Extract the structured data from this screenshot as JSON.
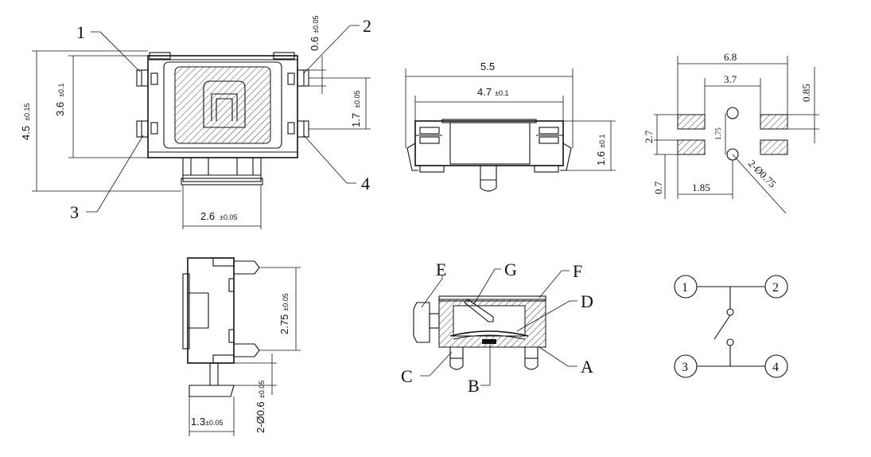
{
  "callouts": {
    "p1": "1",
    "p2": "2",
    "p3": "3",
    "p4": "4"
  },
  "top_view": {
    "height_total": "4.5",
    "height_total_tol": "±0.15",
    "height_body": "3.6",
    "height_body_tol": "±0.1",
    "pin_gap": "1.7",
    "pin_gap_tol": "±0.05",
    "pin_width": "0.6",
    "pin_width_tol": "±0.05",
    "actuator_width": "2.6",
    "actuator_width_tol": "±0.05"
  },
  "front_view": {
    "width_total": "5.5",
    "width_body": "4.7",
    "width_body_tol": "±0.1",
    "height": "1.6",
    "height_tol": "±0.1"
  },
  "pcb_layout": {
    "width_total": "6.8",
    "pad_inner": "3.7",
    "pad_height": "0.85",
    "pitch": "2.7",
    "hole_pitch": "1.75",
    "pad_width": "0.7",
    "pad_offset": "1.85",
    "hole_dia": "2-Ø0.75"
  },
  "side_view": {
    "pitch": "2.75",
    "pitch_tol": "±0.05",
    "stem_width": "1.3",
    "stem_width_tol": "±0.05",
    "peg": "2-Ø0.6",
    "peg_tol": "±0.05"
  },
  "section_labels": {
    "e": "E",
    "g": "G",
    "f": "F",
    "d": "D",
    "a": "A",
    "b": "B",
    "c": "C"
  },
  "schematic": {
    "n1": "1",
    "n2": "2",
    "n3": "3",
    "n4": "4"
  }
}
